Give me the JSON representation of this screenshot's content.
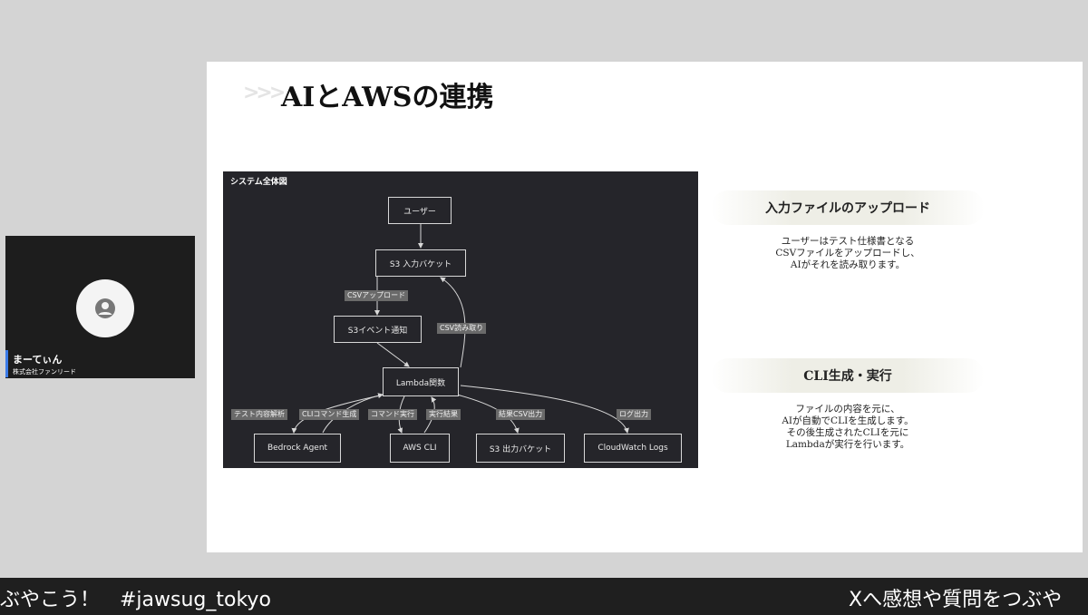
{
  "speaker": {
    "name": "まーてぃん",
    "company": "株式会社ファンリード"
  },
  "slide": {
    "title": "AIとAWSの連携",
    "diagram": {
      "title": "システム全体図",
      "nodes": {
        "user": "ユーザー",
        "s3_input": "S3 入力バケット",
        "s3_event": "S3イベント通知",
        "lambda": "Lambda関数",
        "bedrock": "Bedrock Agent",
        "aws_cli": "AWS CLI",
        "s3_output": "S3 出力バケット",
        "cloudwatch": "CloudWatch Logs"
      },
      "edges": {
        "csv_upload": "CSVアップロード",
        "csv_read": "CSV読み取り",
        "test_analysis": "テスト内容解析",
        "cli_generate": "CLIコマンド生成",
        "command_exec": "コマンド実行",
        "exec_result": "実行結果",
        "result_csv": "結果CSV出力",
        "log_output": "ログ出力"
      }
    },
    "cards": [
      {
        "title": "入力ファイルのアップロード",
        "lines": [
          "ユーザーはテスト仕様書となる",
          "CSVファイルをアップロードし、",
          "AIがそれを読み取ります。"
        ]
      },
      {
        "title": "CLI生成・実行",
        "lines": [
          "ファイルの内容を元に、",
          "AIが自動でCLIを生成します。",
          "その後生成されたCLIを元に",
          "Lambdaが実行を行います。"
        ]
      }
    ]
  },
  "ticker": {
    "left": "ぶやこう！　#jawsug_tokyo",
    "right": "Xへ感想や質問をつぶや"
  },
  "colors": {
    "diagram_bg": "#25252a",
    "name_accent": "#3b7be8",
    "pill_bg": "#eeeee6"
  }
}
